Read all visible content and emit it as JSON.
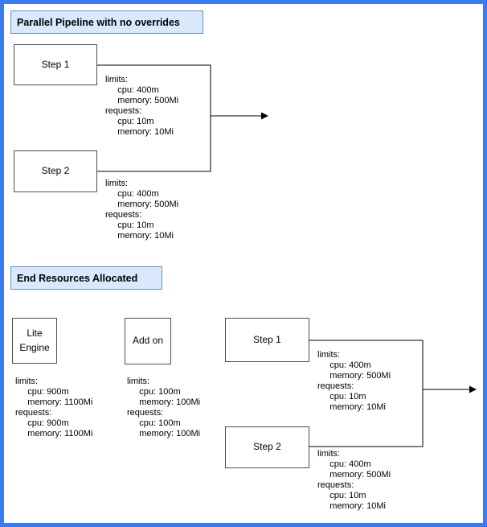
{
  "colors": {
    "frame_border": "#3b7bf2",
    "title_fill": "#dae8fc",
    "title_border": "#6c8ebf",
    "shape_border": "#4d4d4d",
    "connector": "#000000"
  },
  "sections": {
    "pipeline": {
      "title": "Parallel Pipeline with no overrides",
      "steps": [
        {
          "label": "Step 1",
          "resources": "limits:\n     cpu: 400m\n     memory: 500Mi\nrequests:\n     cpu: 10m\n     memory: 10Mi"
        },
        {
          "label": "Step 2",
          "resources": "limits:\n     cpu: 400m\n     memory: 500Mi\nrequests:\n     cpu: 10m\n     memory: 10Mi"
        }
      ]
    },
    "end_resources": {
      "title": "End Resources Allocated",
      "lite_engine": {
        "label": "Lite\nEngine",
        "resources": "limits:\n     cpu: 900m\n     memory: 1100Mi\nrequests:\n     cpu: 900m\n     memory: 1100Mi"
      },
      "add_on": {
        "label": "Add on",
        "resources": "limits:\n     cpu: 100m\n     memory: 100Mi\nrequests:\n     cpu: 100m\n     memory: 100Mi"
      },
      "step1": {
        "label": "Step 1",
        "resources": "limits:\n     cpu: 400m\n     memory: 500Mi\nrequests:\n     cpu: 10m\n     memory: 10Mi"
      },
      "step2": {
        "label": "Step 2",
        "resources": "limits:\n     cpu: 400m\n     memory: 500Mi\nrequests:\n     cpu: 10m\n     memory: 10Mi"
      }
    }
  }
}
